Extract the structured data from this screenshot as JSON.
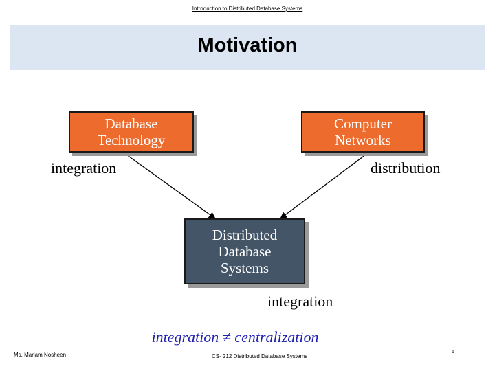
{
  "header": {
    "link_text": "Introduction to Distributed Database Systems"
  },
  "slide": {
    "title": "Motivation"
  },
  "diagram": {
    "box_left": {
      "line1": "Database",
      "line2": "Technology"
    },
    "box_right": {
      "line1": "Computer",
      "line2": "Networks"
    },
    "box_center": {
      "line1": "Distributed",
      "line2": "Database",
      "line3": "Systems"
    },
    "label_left": "integration",
    "label_right": "distribution",
    "label_bottom": "integration",
    "statement": "integration ≠ centralization"
  },
  "footer": {
    "author": "Ms. Mariam Nosheen",
    "course": "CS- 212 Distributed Database Systems",
    "page_number": "5"
  },
  "colors": {
    "title_band": "#dce6f2",
    "orange_box": "#ec6b2d",
    "slate_box": "#445568",
    "statement_text": "#1f1fb0"
  }
}
